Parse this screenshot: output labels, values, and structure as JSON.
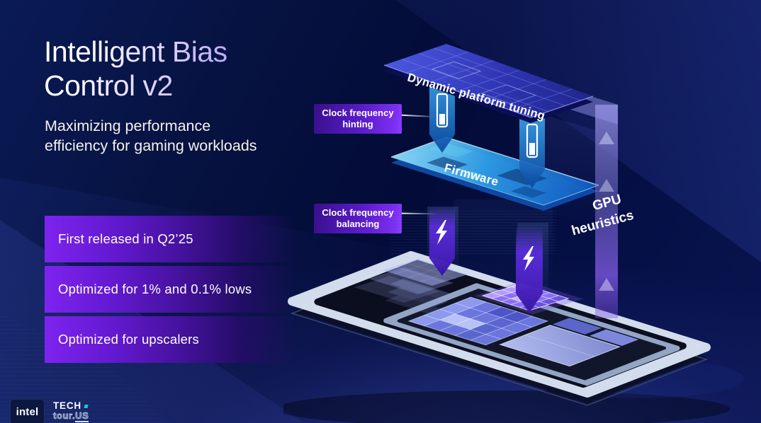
{
  "slide": {
    "title_lines": [
      "Intelligent Bias",
      "Control v2"
    ],
    "subtitle_lines": [
      "Maximizing performance",
      "efficiency for gaming workloads"
    ]
  },
  "bullets": [
    {
      "label": "First released in Q2’25"
    },
    {
      "label": "Optimized for 1% and 0.1% lows"
    },
    {
      "label": "Optimized for upscalers"
    }
  ],
  "diagram": {
    "layers": {
      "top": "Dynamic platform tuning",
      "middle": "Firmware"
    },
    "callouts": [
      {
        "line1": "Clock frequency",
        "line2": "hinting"
      },
      {
        "line1": "Clock frequency",
        "line2": "balancing"
      }
    ],
    "gpu_callout": {
      "line1": "GPU",
      "line2": "heuristics"
    }
  },
  "footer": {
    "intel_logo": "intel",
    "event_logo": {
      "line1": "TECH",
      "line2_a": "tour.",
      "line2_b": "US"
    }
  },
  "colors": {
    "background": "#04103c",
    "bullet_purple": "#7e23ef",
    "callout_gradient_start": "#38108c",
    "callout_gradient_end": "#7e2ff2",
    "firmware_blue": "#2f9de8",
    "platform_plane_blue": "#3a43c4",
    "title_gradient_start": "#ffffff",
    "title_gradient_end": "#bca7f6",
    "subtitle_color": "#f6f2ea",
    "accent_teal": "#18c8c8"
  }
}
